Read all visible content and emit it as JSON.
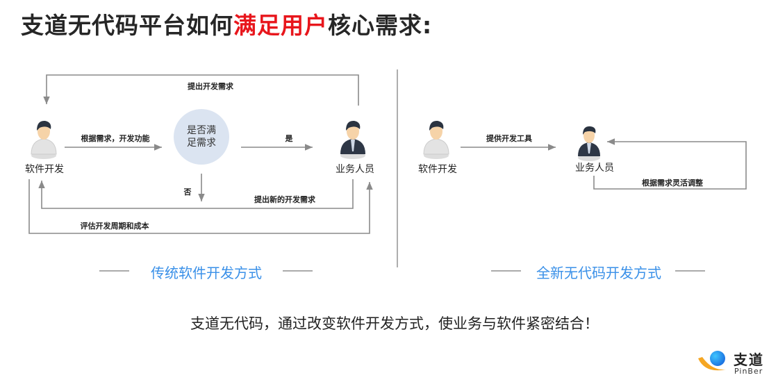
{
  "title": {
    "prefix": "支道无代码平台如何",
    "highlight": "满足用户",
    "suffix": "核心需求:"
  },
  "traditional": {
    "roles": {
      "developer": "软件开发",
      "business": "业务人员"
    },
    "decision": "是否满足需求",
    "edges": {
      "top": "提出开发需求",
      "develop": "根据需求，开发功能",
      "yes": "是",
      "no": "否",
      "new_req": "提出新的开发需求",
      "estimate": "评估开发周期和成本"
    },
    "caption": "传统软件开发方式"
  },
  "nocode": {
    "roles": {
      "developer": "软件开发",
      "business": "业务人员"
    },
    "edges": {
      "tools": "提供开发工具",
      "adjust": "根据需求灵活调整"
    },
    "caption": "全新无代码开发方式"
  },
  "footer": "支道无代码，通过改变软件开发方式，使业务与软件紧密结合！",
  "logo": {
    "name": "支道",
    "sub": "PinBer"
  },
  "colors": {
    "highlight": "#e8161c",
    "caption": "#3a90e8",
    "line": "#8a8a8a",
    "circle": "#dbe4f1"
  }
}
